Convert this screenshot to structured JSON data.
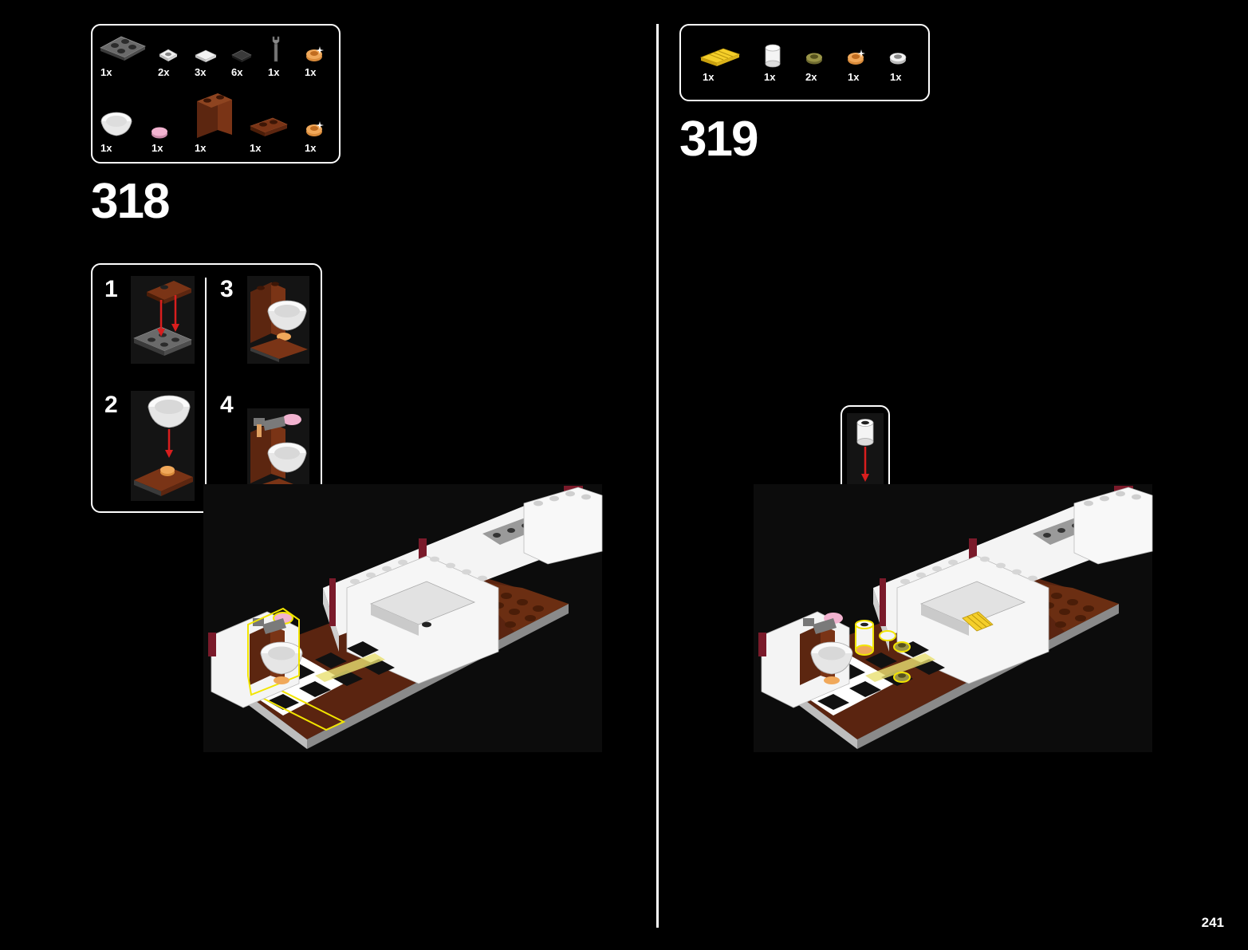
{
  "page_number": "241",
  "steps": [
    {
      "number": "318",
      "parts": [
        {
          "qty": "1x",
          "icon": "dark-gray-plate-2x2-icon"
        },
        {
          "qty": "2x",
          "icon": "white-tile-1x1-icon"
        },
        {
          "qty": "3x",
          "icon": "white-tile-1x1-icon"
        },
        {
          "qty": "6x",
          "icon": "black-tile-1x1-icon"
        },
        {
          "qty": "1x",
          "icon": "gray-wrench-icon"
        },
        {
          "qty": "1x",
          "icon": "orange-round-plate-icon"
        },
        {
          "qty": "1x",
          "icon": "white-dish-icon"
        },
        {
          "qty": "1x",
          "icon": "pink-round-tile-icon"
        },
        {
          "qty": "1x",
          "icon": "brown-panel-icon"
        },
        {
          "qty": "1x",
          "icon": "brown-plate-1x2-icon"
        },
        {
          "qty": "1x",
          "icon": "orange-round-plate-icon"
        }
      ],
      "substeps": [
        "1",
        "2",
        "3",
        "4"
      ]
    },
    {
      "number": "319",
      "parts": [
        {
          "qty": "1x",
          "icon": "yellow-grille-tile-icon"
        },
        {
          "qty": "1x",
          "icon": "white-round-brick-icon"
        },
        {
          "qty": "2x",
          "icon": "olive-round-plate-icon"
        },
        {
          "qty": "1x",
          "icon": "orange-round-plate-icon"
        },
        {
          "qty": "1x",
          "icon": "white-round-plate-icon"
        }
      ]
    }
  ],
  "colors": {
    "background": "#000000",
    "outline": "#ffffff",
    "brown": "#6b2e12",
    "highlight": "#f2e500",
    "arrow": "#d81e1e"
  }
}
